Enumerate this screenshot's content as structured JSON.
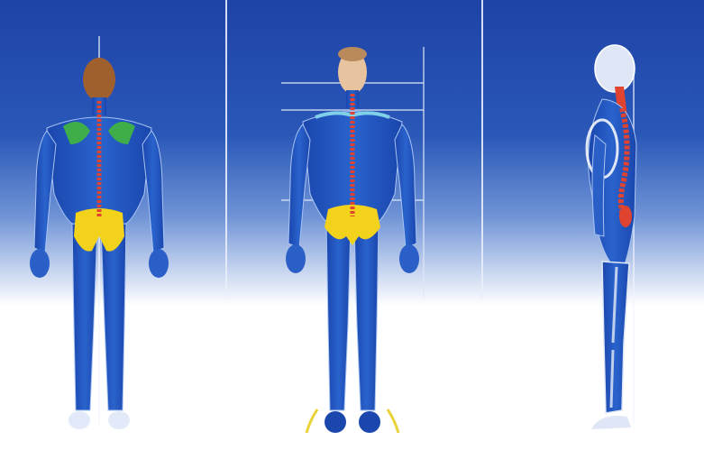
{
  "image": {
    "palette": {
      "background_top": "#1d43a6",
      "background_mid": "#3a67c2",
      "background_bottom": "#ffffff",
      "body_fill": "#1f4fb8",
      "body_outline": "#a9c4f2",
      "spine": "#e0432f",
      "pelvis": "#f2d21b",
      "shoulder_muscle": "#3fae4a",
      "head_back": "#a0602e",
      "face": "#e8c3a0",
      "divider": "#e8eefa",
      "measure_line": "#dfe7f7"
    },
    "panels": [
      {
        "id": "posterior-view"
      },
      {
        "id": "anterior-view"
      },
      {
        "id": "lateral-view"
      }
    ]
  }
}
